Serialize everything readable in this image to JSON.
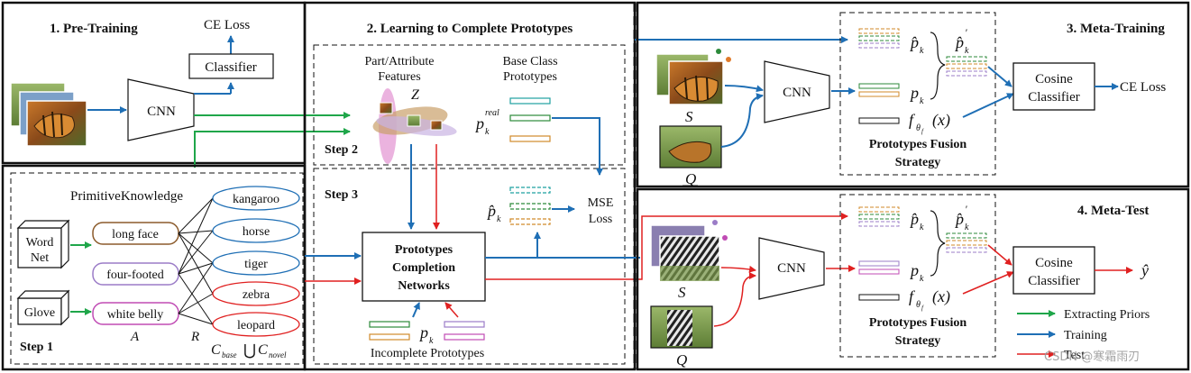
{
  "sections": {
    "pretraining": {
      "title": "1. Pre-Training",
      "ce_loss": "CE Loss",
      "classifier": "Classifier",
      "cnn": "CNN"
    },
    "learning": {
      "title": "2. Learning to Complete Prototypes",
      "part_attr_line1": "Part/Attribute",
      "part_attr_line2": "Features",
      "z_symbol": "Z",
      "base_proto_line1": "Base Class",
      "base_proto_line2": "Prototypes",
      "p_real_base": "p",
      "p_real_sub": "k",
      "p_real_sup": "real",
      "step2": "Step 2",
      "step3": "Step 3",
      "phat_base": "p̂",
      "phat_sub": "k",
      "mse_line1": "MSE",
      "mse_line2": "Loss",
      "pcn_line1": "Prototypes",
      "pcn_line2": "Completion",
      "pcn_line3": "Networks",
      "pk_base": "p",
      "pk_sub": "k",
      "incomplete": "Incomplete Prototypes"
    },
    "step1": {
      "label": "Step 1",
      "primitive_knowledge": "PrimitiveKnowledge",
      "wordnet_line1": "Word",
      "wordnet_line2": "Net",
      "glove": "Glove",
      "attributes": [
        "long face",
        "four-footed",
        "white belly"
      ],
      "classes": [
        "kangaroo",
        "horse",
        "tiger",
        "zebra",
        "leopard"
      ],
      "symbol_A": "A",
      "symbol_R": "R",
      "c_base": "C",
      "c_base_sub": "base",
      "union": "⋃",
      "c_novel": "C",
      "c_novel_sub": "novel"
    },
    "meta_training": {
      "title": "3. Meta-Training",
      "cnn": "CNN",
      "S": "S",
      "Q": "Q",
      "phat": "p̂",
      "phat_prime": "p̂",
      "prime": "'",
      "pk": "p",
      "sub_k": "k",
      "f_expr": "f",
      "f_sub": "θ",
      "f_subsub": "f",
      "f_arg": "(x)",
      "fusion_line1": "Prototypes Fusion",
      "fusion_line2": "Strategy",
      "cosine_line1": "Cosine",
      "cosine_line2": "Classifier",
      "ce_loss": "CE Loss"
    },
    "meta_test": {
      "title": "4. Meta-Test",
      "cnn": "CNN",
      "S": "S",
      "Q": "Q",
      "phat": "p̂",
      "phat_prime": "p̂",
      "prime": "'",
      "pk": "p",
      "sub_k": "k",
      "f_expr": "f",
      "f_sub": "θ",
      "f_subsub": "f",
      "f_arg": "(x)",
      "fusion_line1": "Prototypes Fusion",
      "fusion_line2": "Strategy",
      "cosine_line1": "Cosine",
      "cosine_line2": "Classifier",
      "yhat": "ŷ"
    }
  },
  "legend": {
    "items": [
      {
        "label": "Extracting Priors",
        "color": "#1fa64a"
      },
      {
        "label": "Training",
        "color": "#1f6fb5"
      },
      {
        "label": "Test",
        "color": "#e02020"
      }
    ]
  },
  "watermark": "CSDN @寒霜雨刃",
  "colors": {
    "blue": "#1f6fb5",
    "green": "#1fa64a",
    "red": "#e02020",
    "purple_oval": "#c04bb4",
    "teal_oval": "#1f6fb5",
    "brown_oval": "#8b5a2b",
    "lilac_oval": "#9b7cc7",
    "red_oval": "#e02020"
  },
  "icons": [
    "tiger-image-icon",
    "zebra-image-icon",
    "z-ellipse-icon"
  ]
}
